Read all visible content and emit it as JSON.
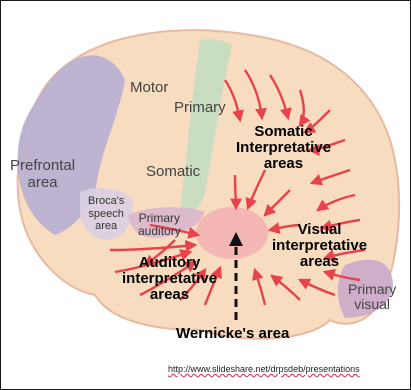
{
  "diagram": {
    "labels": {
      "motor": "Motor",
      "primary_top": "Primary",
      "somatic_interpretative": [
        "Somatic",
        "Interpretative",
        "areas"
      ],
      "prefrontal": [
        "Prefrontal",
        "area"
      ],
      "somatic": "Somatic",
      "brocas": [
        "Broca's",
        "speech",
        "area"
      ],
      "primary_auditory": [
        "Primary",
        "auditory"
      ],
      "auditory_interpretative": [
        "Auditory",
        "interpretative",
        "areas"
      ],
      "visual_interpretative": [
        "Visual",
        "interpretative",
        "areas"
      ],
      "primary_visual": [
        "Primary",
        "visual"
      ],
      "wernickes": "Wernicke's area"
    },
    "source": "http://www.slideshare.net/drpsdeb/presentations",
    "colors": {
      "brain": "#f7dcc0",
      "frontal_purple": "#b7aed3",
      "motor_green": "#cfe3cf",
      "somatic_green": "#c8dfc2",
      "wernicke_pink": "#f3b3b3",
      "visual_purple": "#c9a9c9",
      "arrow": "#e8424a"
    }
  }
}
